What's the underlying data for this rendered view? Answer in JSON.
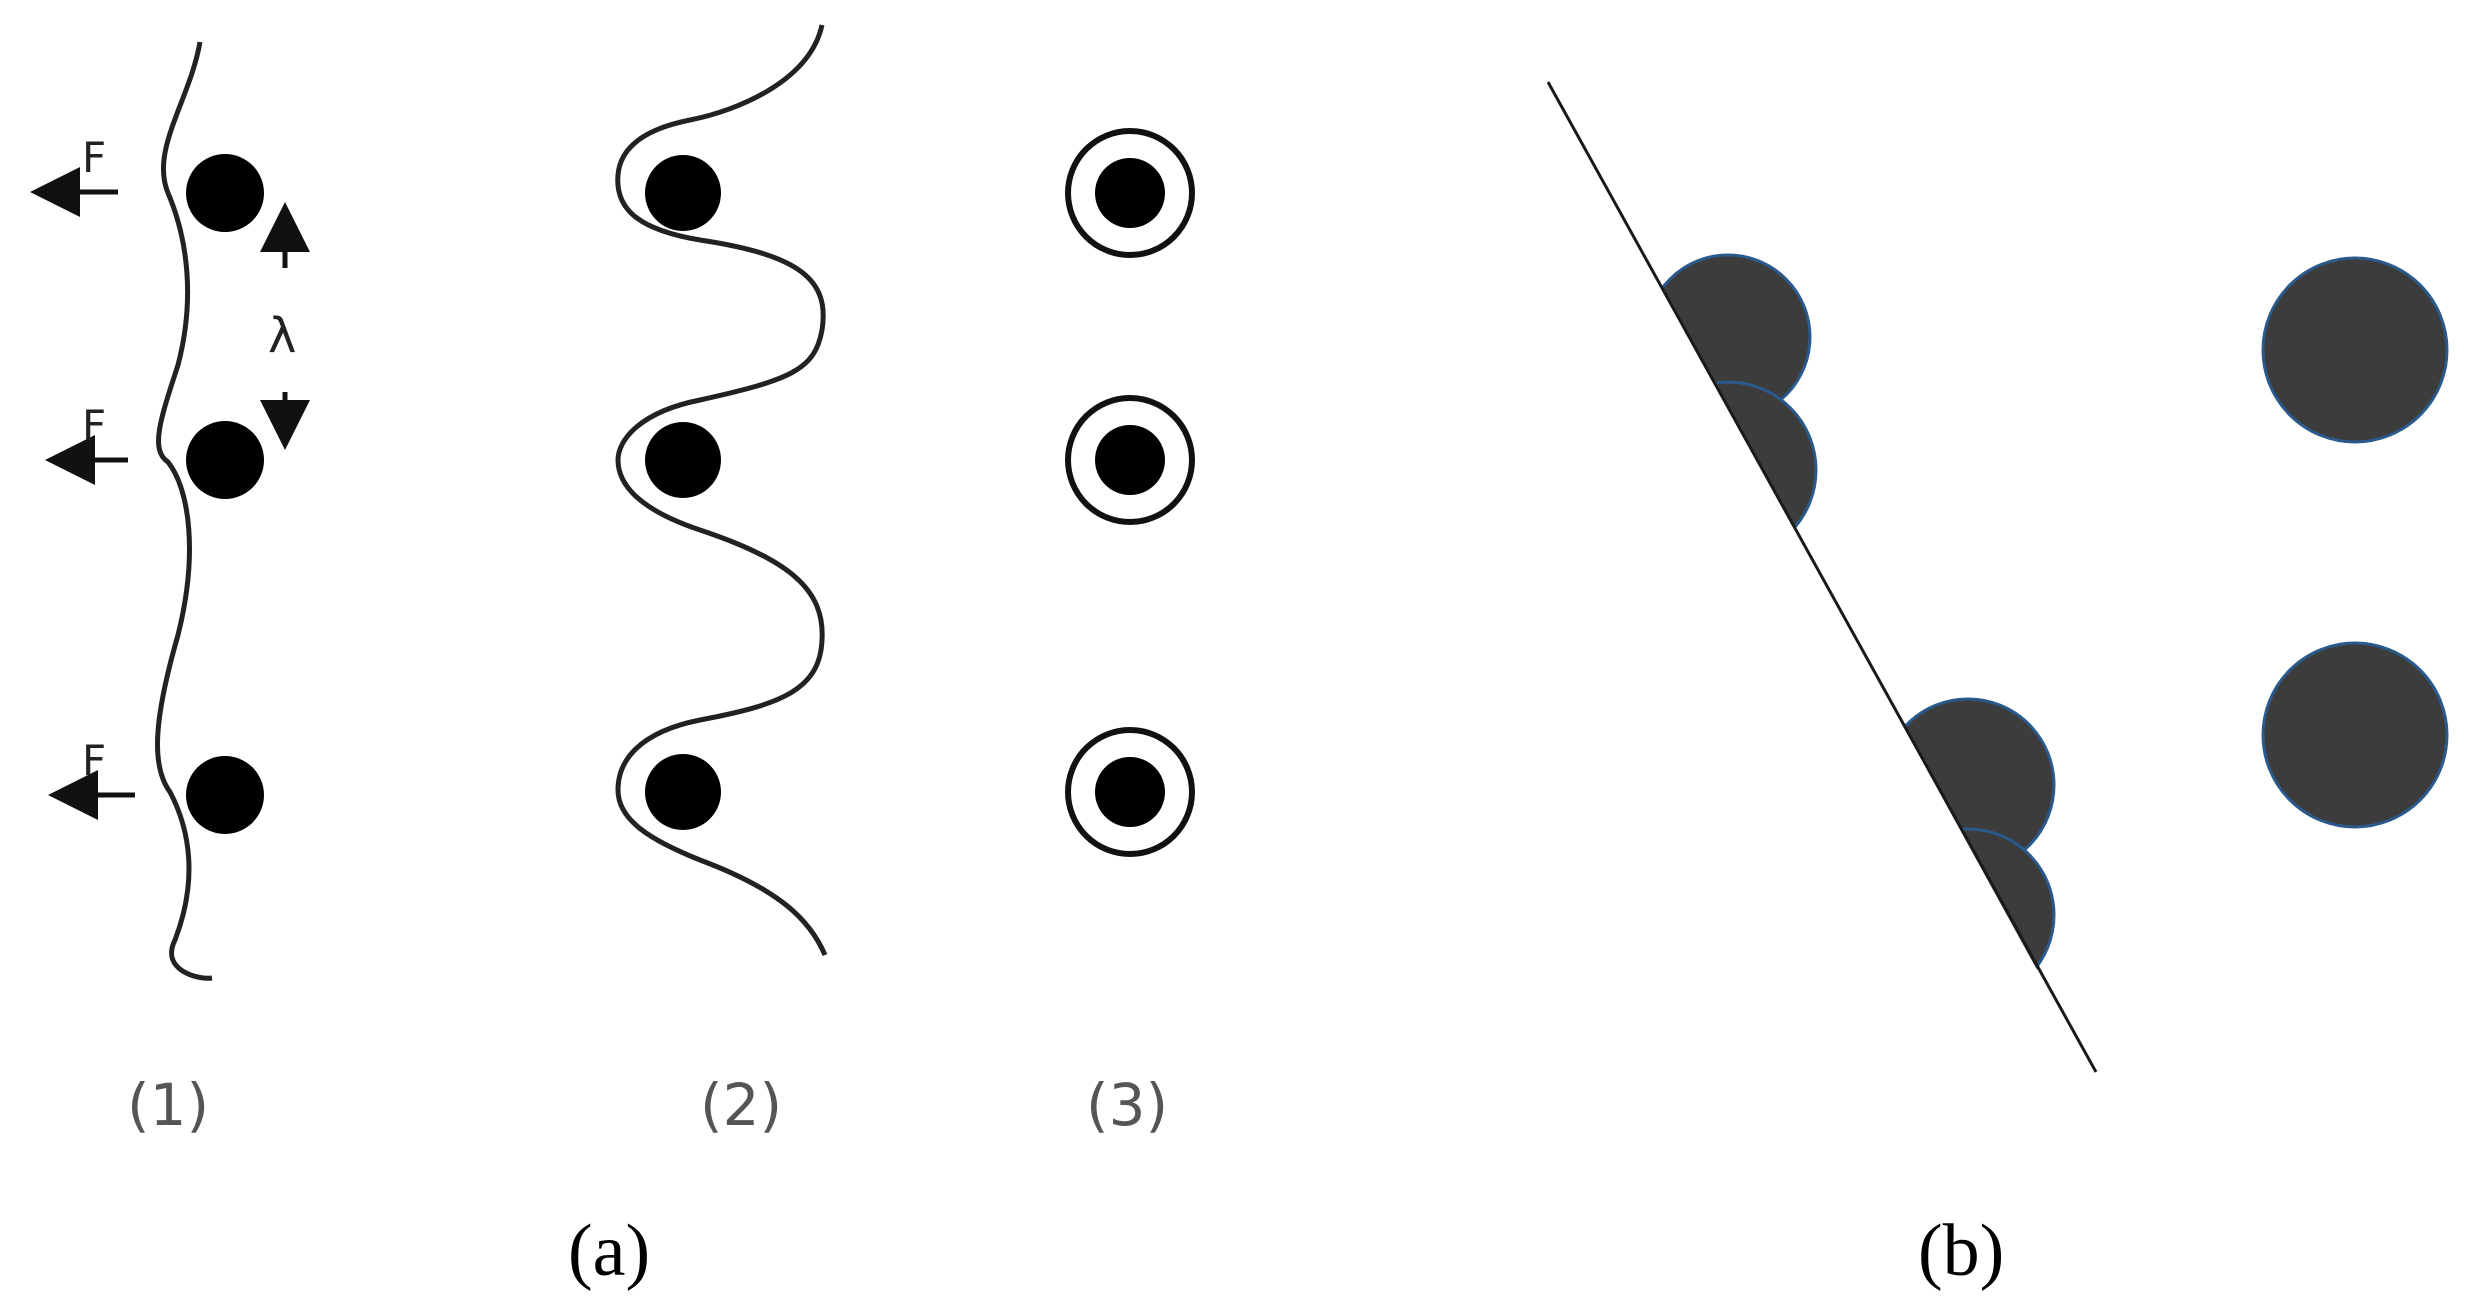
{
  "labels": {
    "force": "F",
    "wavelength": "λ",
    "stage_1": "(1)",
    "stage_2": "(2)",
    "stage_3": "(3)",
    "panel_a": "(a)",
    "panel_b": "(b)"
  },
  "colors": {
    "particle_a": "#000000",
    "particle_b": "#3c3c3c",
    "particle_b_edge": "#2a5a8c",
    "line": "#1a1a1a"
  }
}
